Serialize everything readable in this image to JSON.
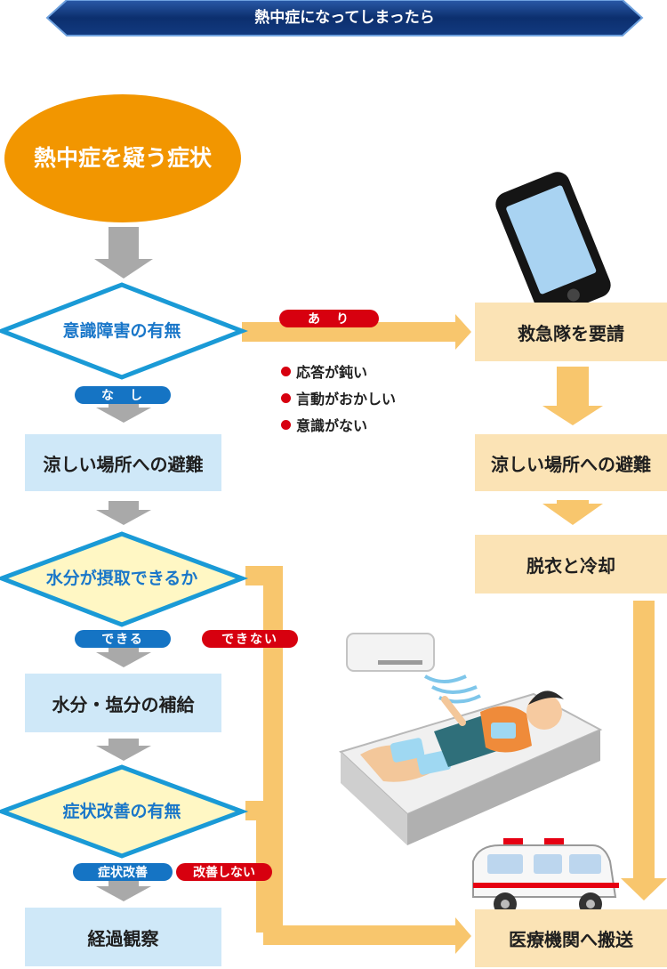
{
  "header": {
    "title": "熱中症になってしまったら"
  },
  "start": {
    "label": "熱中症を疑う症状"
  },
  "decisions": {
    "consciousness": "意識障害の有無",
    "water": "水分が摂取できるか",
    "improvement": "症状改善の有無"
  },
  "boxes": {
    "cool_place_left": "涼しい場所への避難",
    "hydrate": "水分・塩分の補給",
    "observe": "経過観察",
    "call_ambulance": "救急隊を要請",
    "cool_place_right": "涼しい場所への避難",
    "undress_cool": "脱衣と冷却",
    "transport": "医療機関へ搬送"
  },
  "labels": {
    "yes": "あ　り",
    "no": "な　し",
    "can": "できる",
    "cannot": "できない",
    "improved": "症状改善",
    "not_improved": "改善しない"
  },
  "symptoms": [
    "応答が鈍い",
    "言動がおかしい",
    "意識がない"
  ],
  "colors": {
    "header_navy": "#0c2f6e",
    "start_orange": "#f29600",
    "decision_border": "#1a9ad6",
    "decision_fill": "#fff7c4",
    "box_blue": "#cfe8f8",
    "box_peach": "#fbe3b5",
    "arrow_gray": "#a9a9a9",
    "arrow_orange": "#f8c66d",
    "pill_blue": "#1574c4",
    "pill_red": "#d7000f"
  }
}
